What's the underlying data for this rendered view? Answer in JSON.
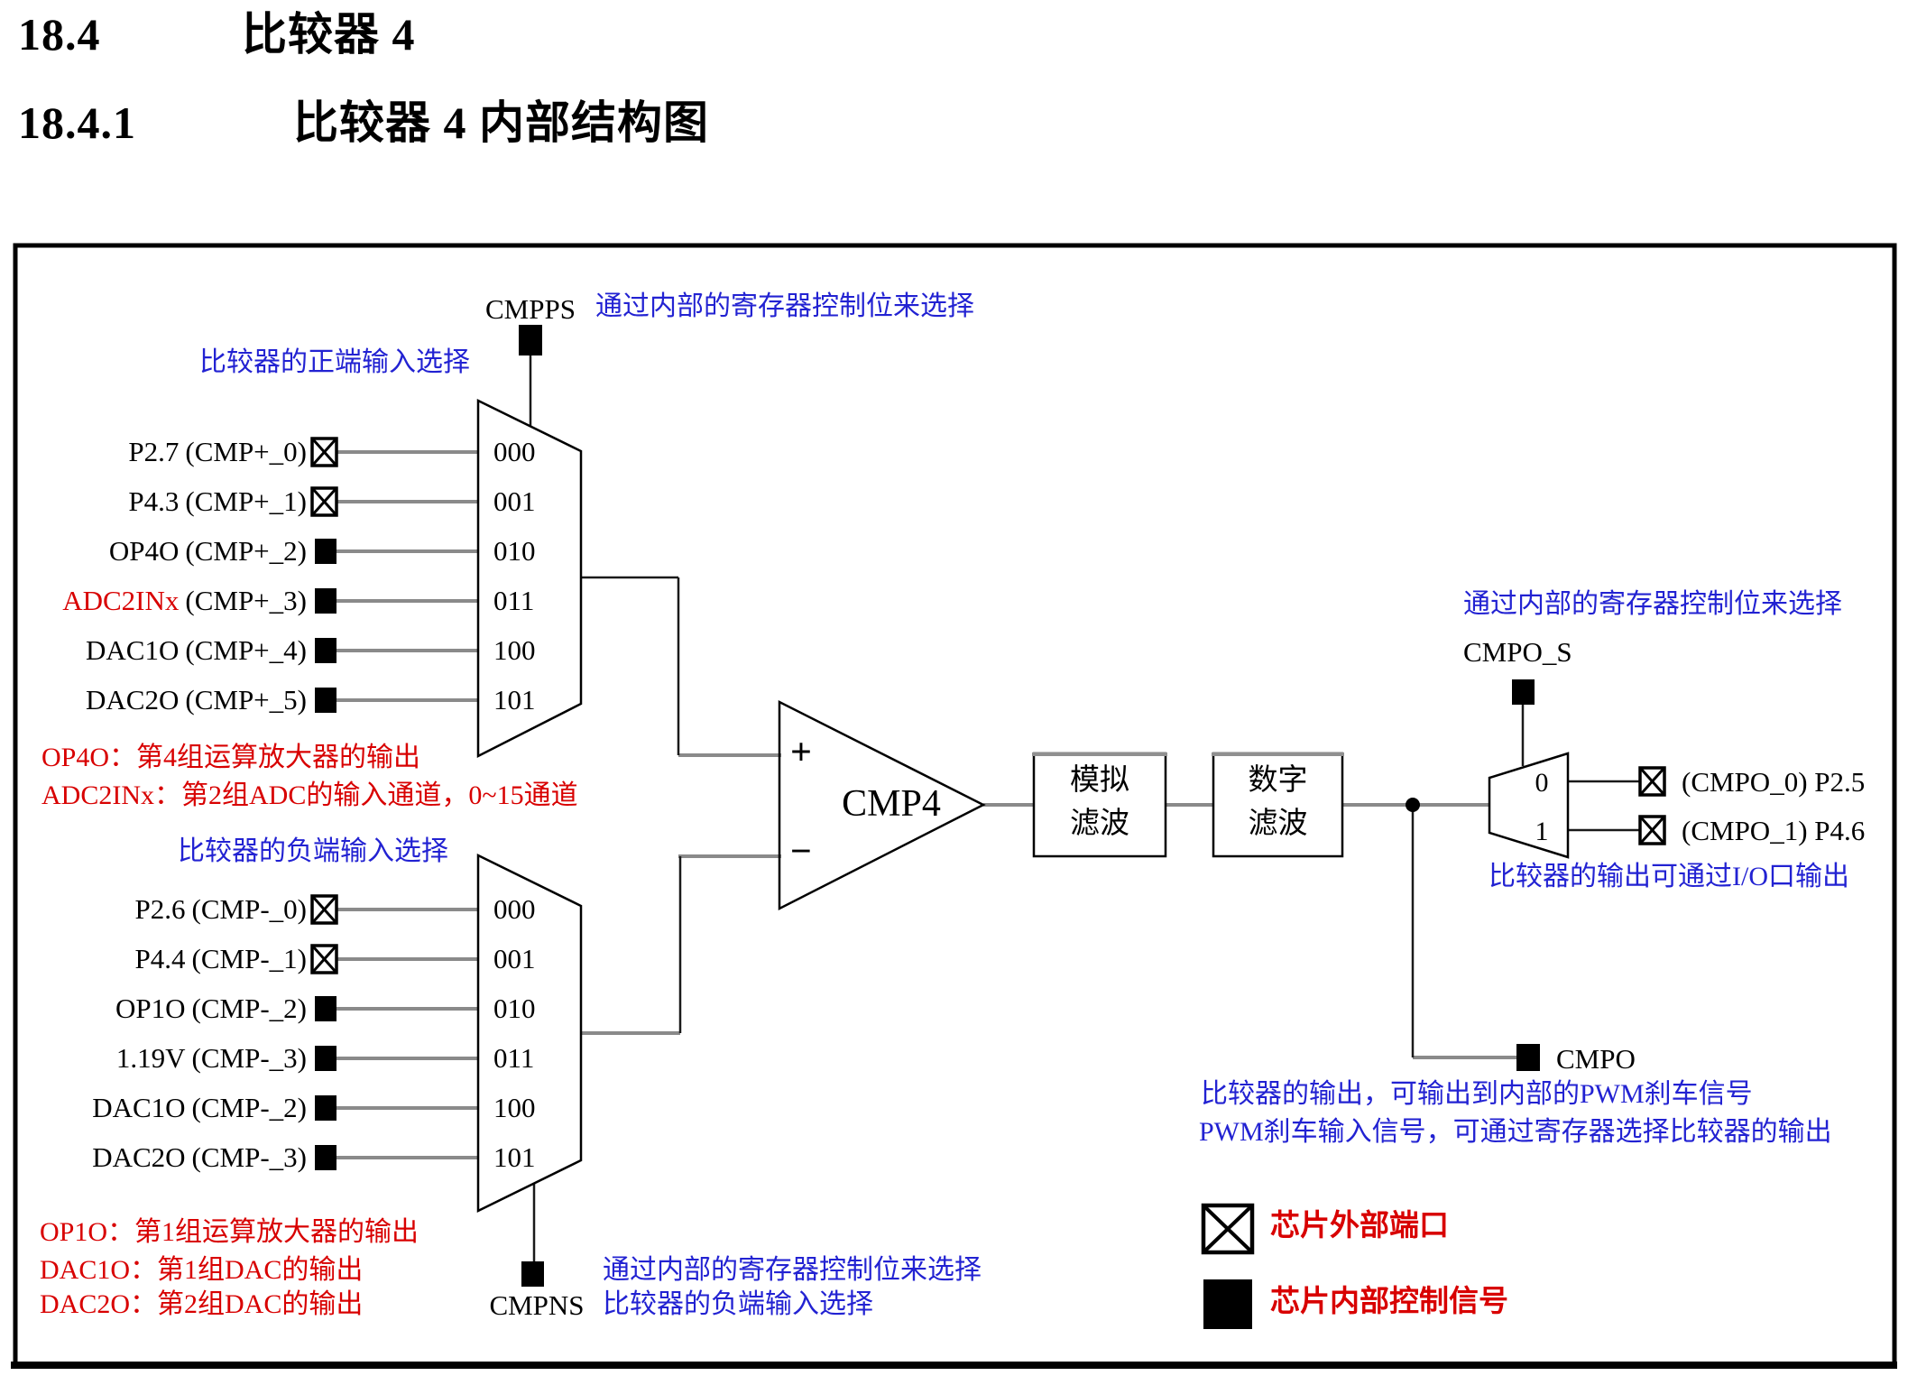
{
  "title": {
    "section_no": "18.4",
    "section_name": "比较器 4",
    "subsection_no": "18.4.1",
    "subsection_name": "比较器 4 内部结构图"
  },
  "pos_mux": {
    "control_label": "CMPPS",
    "control_note": "通过内部的寄存器控制位来选择",
    "select_note": "比较器的正端输入选择",
    "inputs": [
      {
        "name": "P2.7",
        "pin": "(CMP+_0)",
        "code": "000"
      },
      {
        "name": "P4.3",
        "pin": "(CMP+_1)",
        "code": "001"
      },
      {
        "name": "OP4O",
        "pin": "(CMP+_2)",
        "code": "010"
      },
      {
        "name": "ADC2INx",
        "pin": "(CMP+_3)",
        "code": "011",
        "name_style": "color:#D80000"
      },
      {
        "name": "DAC1O",
        "pin": "(CMP+_4)",
        "code": "100"
      },
      {
        "name": "DAC2O",
        "pin": "(CMP+_5)",
        "code": "101"
      }
    ],
    "notes": [
      "OP4O：第4组运算放大器的输出",
      "ADC2INx：第2组ADC的输入通道，0~15通道"
    ]
  },
  "neg_mux": {
    "control_label": "CMPNS",
    "control_note_line1": "通过内部的寄存器控制位来选择",
    "control_note_line2": "比较器的负端输入选择",
    "select_note": "比较器的负端输入选择",
    "inputs": [
      {
        "name": "P2.6",
        "pin": "(CMP-_0)",
        "code": "000"
      },
      {
        "name": "P4.4",
        "pin": "(CMP-_1)",
        "code": "001"
      },
      {
        "name": "OP1O",
        "pin": "(CMP-_2)",
        "code": "010"
      },
      {
        "name": "1.19V",
        "pin": "(CMP-_3)",
        "code": "011"
      },
      {
        "name": "DAC1O",
        "pin": "(CMP-_2)",
        "code": "100"
      },
      {
        "name": "DAC2O",
        "pin": "(CMP-_3)",
        "code": "101"
      }
    ],
    "notes": [
      "OP1O：第1组运算放大器的输出",
      "DAC1O：第1组DAC的输出",
      "DAC2O：第2组DAC的输出"
    ]
  },
  "comparator": {
    "label": "CMP4",
    "plus": "+",
    "minus": "−"
  },
  "filters": {
    "analog_line1": "模拟",
    "analog_line2": "滤波",
    "digital_line1": "数字",
    "digital_line2": "滤波"
  },
  "output": {
    "control_label": "CMPO_S",
    "control_note": "通过内部的寄存器控制位来选择",
    "sel0": "0",
    "sel1": "1",
    "out0": "(CMPO_0) P2.5",
    "out1": "(CMPO_1) P4.6",
    "io_note": "比较器的输出可通过I/O口输出",
    "cmpo_label": "CMPO",
    "cmpo_note1": "比较器的输出，可输出到内部的PWM刹车信号",
    "cmpo_note2": "PWM刹车输入信号，可通过寄存器选择比较器的输出"
  },
  "legend": {
    "external": "芯片外部端口",
    "internal": "芯片内部控制信号"
  }
}
